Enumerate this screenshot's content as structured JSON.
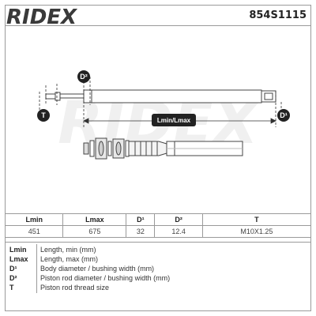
{
  "header": {
    "brand": "RIDEX",
    "part_number": "854S1115"
  },
  "drawing": {
    "watermark": "RIDEX",
    "labels": {
      "d2": "D²",
      "d1": "D¹",
      "t": "T",
      "length": "Lmin/Lmax"
    }
  },
  "spec_table": {
    "headers": [
      "Lmin",
      "Lmax",
      "D¹",
      "D²",
      "T"
    ],
    "values": [
      "451",
      "675",
      "32",
      "12.4",
      "M10X1.25"
    ]
  },
  "legend": [
    {
      "abbr": "Lmin",
      "desc": "Length, min (mm)"
    },
    {
      "abbr": "Lmax",
      "desc": "Length, max (mm)"
    },
    {
      "abbr": "D¹",
      "desc": "Body diameter / bushing width (mm)"
    },
    {
      "abbr": "D²",
      "desc": "Piston rod diameter / bushing width (mm)"
    },
    {
      "abbr": "T",
      "desc": "Piston rod thread size"
    }
  ]
}
